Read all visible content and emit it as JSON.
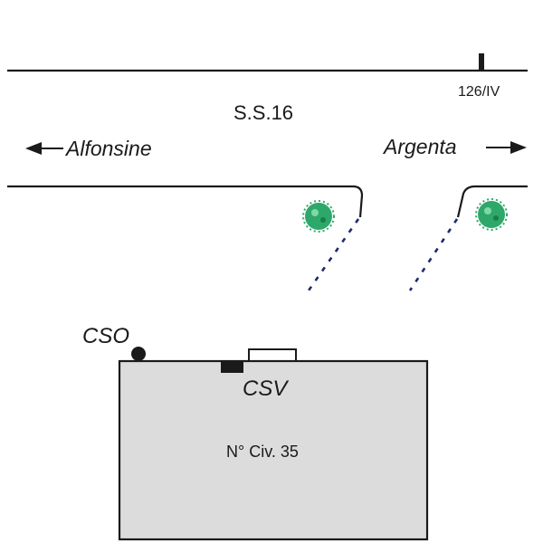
{
  "diagram": {
    "road_name": "S.S.16",
    "kilometer_marker": "126/IV",
    "direction_left": "Alfonsine",
    "direction_right": "Argenta",
    "building_label": "N° Civ. 35",
    "cso_label": "CSO",
    "csv_label": "CSV",
    "colors": {
      "line": "#1a1a1a",
      "building_fill": "#dcdcdc",
      "shrub": "#2ea86a",
      "dashed_path": "#1e2a6e"
    }
  }
}
